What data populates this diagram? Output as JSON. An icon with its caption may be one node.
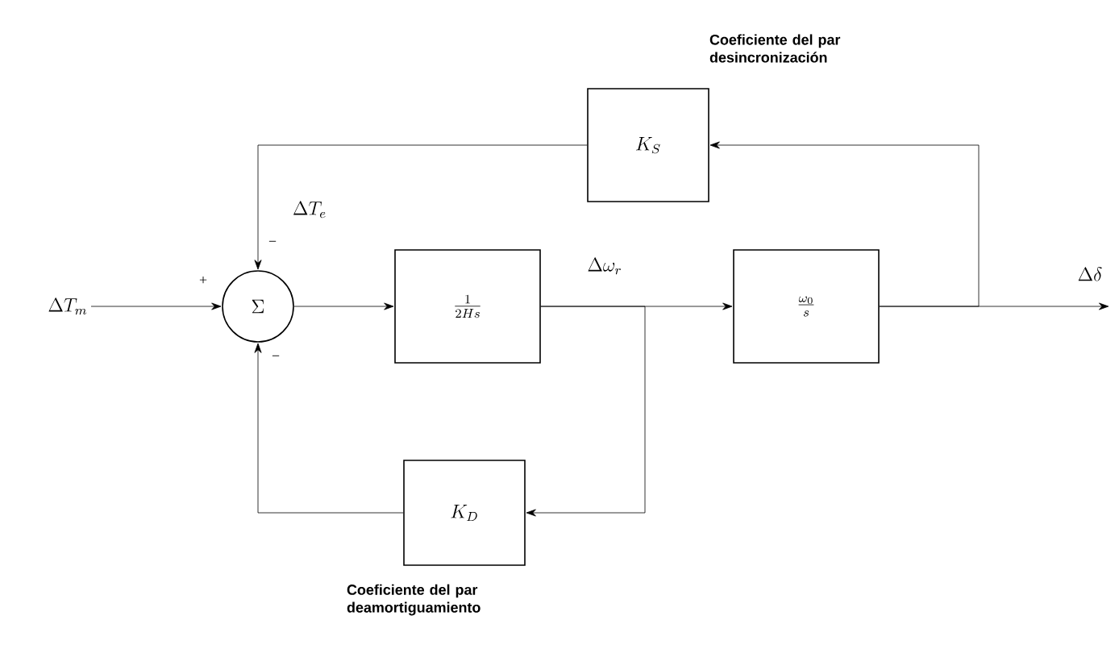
{
  "diagram": {
    "nodes": [
      {
        "text": [
          "\\Delta T_m"
        ]
      },
      {
        "text": [
          "\\Sigma"
        ]
      },
      {
        "text": [
          "\\frac{1}{2Hs}"
        ]
      },
      {
        "text": [
          "\\frac{\\omega_0}{s}"
        ]
      },
      {
        "text": [
          "\\Delta\\delta"
        ]
      },
      {
        "text": [
          "K_S"
        ],
        "beside": [
          "Coeficiente del par desincronización"
        ]
      },
      {
        "text": [
          "K_D"
        ],
        "beside": [
          "Coeficiente del par deamortiguamiento"
        ]
      }
    ],
    "edges": [
      {
        "from": 0,
        "to": 1,
        "arrow": "to"
      },
      {
        "from": 1,
        "to": 2,
        "arrow": "to"
      },
      {
        "from": 2,
        "to": 3,
        "arrow": "to",
        "label": "\\Delta\\omega_r"
      },
      {
        "from": 3,
        "to": 4,
        "arrow": "to"
      },
      {
        "from": 3,
        "to": 5,
        "arrow": "to"
      },
      {
        "from": 5,
        "to": 1,
        "arrow": "to",
        "label": "\\Delta T_e"
      },
      {
        "from": 2,
        "to": 6,
        "arrow": "to"
      },
      {
        "from": 6,
        "to": 1,
        "arrow": "to"
      }
    ],
    "labels": [
      "+",
      "−",
      "−"
    ]
  }
}
